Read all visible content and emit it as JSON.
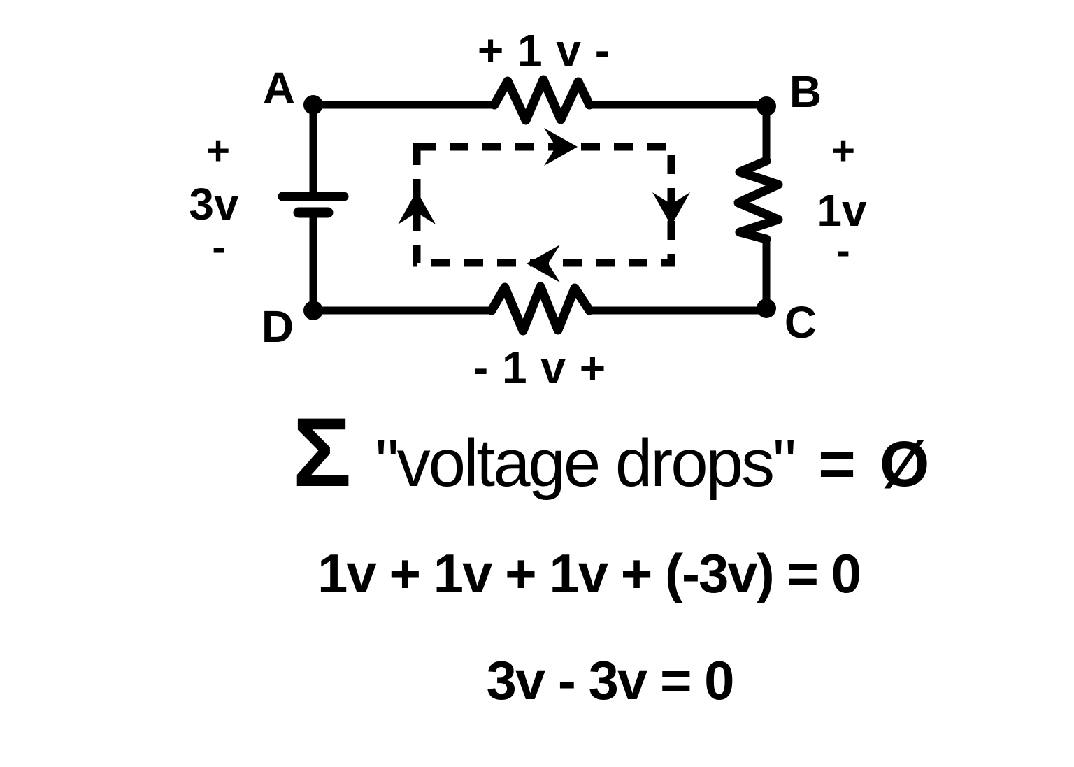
{
  "colors": {
    "ink": "#000000",
    "background": "#ffffff"
  },
  "circuit": {
    "node_labels": {
      "a": "A",
      "b": "B",
      "c": "C",
      "d": "D"
    },
    "top_resistor_label": "+ 1 v -",
    "bottom_resistor_label": "- 1 v +",
    "battery": {
      "plus": "+",
      "value": "3v",
      "minus": "-"
    },
    "right_resistor": {
      "plus": "+",
      "value": "1v",
      "minus": "-"
    },
    "current_loop_icons": [
      "arrow-right-icon",
      "arrow-down-icon",
      "arrow-left-icon",
      "arrow-up-icon"
    ]
  },
  "equations": {
    "kvl": {
      "sigma": "Σ",
      "phrase": "\"voltage drops\"",
      "equals": "=",
      "zero": "Ø"
    },
    "line2": "1v + 1v + 1v + (-3v) = 0",
    "line3": "3v - 3v = 0"
  }
}
